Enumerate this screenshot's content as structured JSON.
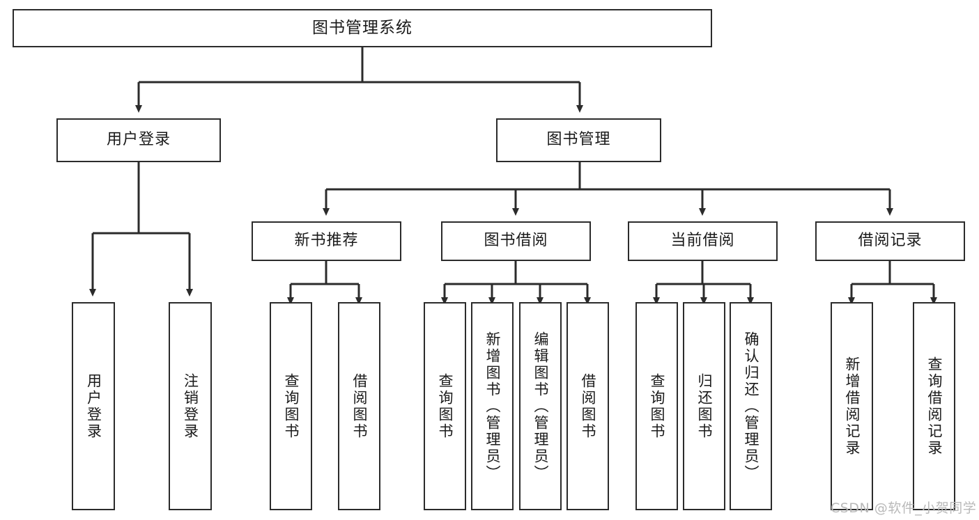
{
  "diagram": {
    "title": "图书管理系统",
    "type": "tree-hierarchy-chart",
    "nodes": {
      "root": {
        "label": "图书管理系统"
      },
      "level1": [
        {
          "id": "user-login",
          "label": "用户登录"
        },
        {
          "id": "book-management",
          "label": "图书管理"
        }
      ],
      "level2": [
        {
          "id": "new-book-recommend",
          "label": "新书推荐"
        },
        {
          "id": "book-borrow",
          "label": "图书借阅"
        },
        {
          "id": "current-borrow",
          "label": "当前借阅"
        },
        {
          "id": "borrow-record",
          "label": "借阅记录"
        }
      ],
      "leaves": {
        "user_login": [
          {
            "id": "leaf-user-login",
            "label": "用户登录"
          },
          {
            "id": "leaf-logout-login",
            "label": "注销登录"
          }
        ],
        "new_book_recommend": [
          {
            "id": "leaf-query-book-1",
            "label": "查询图书"
          },
          {
            "id": "leaf-borrow-book-1",
            "label": "借阅图书"
          }
        ],
        "book_borrow": [
          {
            "id": "leaf-query-book-2",
            "label": "查询图书"
          },
          {
            "id": "leaf-add-book",
            "label": "新增图书（管理员）"
          },
          {
            "id": "leaf-edit-book",
            "label": "编辑图书（管理员）"
          },
          {
            "id": "leaf-borrow-book-2",
            "label": "借阅图书"
          }
        ],
        "current_borrow": [
          {
            "id": "leaf-query-book-3",
            "label": "查询图书"
          },
          {
            "id": "leaf-return-book",
            "label": "归还图书"
          },
          {
            "id": "leaf-confirm-return",
            "label": "确认归还（管理员）"
          }
        ],
        "borrow_record": [
          {
            "id": "leaf-add-record",
            "label": "新增借阅记录"
          },
          {
            "id": "leaf-query-record",
            "label": "查询借阅记录"
          }
        ]
      }
    },
    "colors": {
      "background": "#ffffff",
      "box_border": "#2b2b2b",
      "box_fill": "#ffffff",
      "connector": "#2b2b2b",
      "text": "#1a1a1a",
      "watermark": "#b9b9b9"
    }
  },
  "watermark": {
    "text": "CSDN @软件_小贺同学"
  }
}
